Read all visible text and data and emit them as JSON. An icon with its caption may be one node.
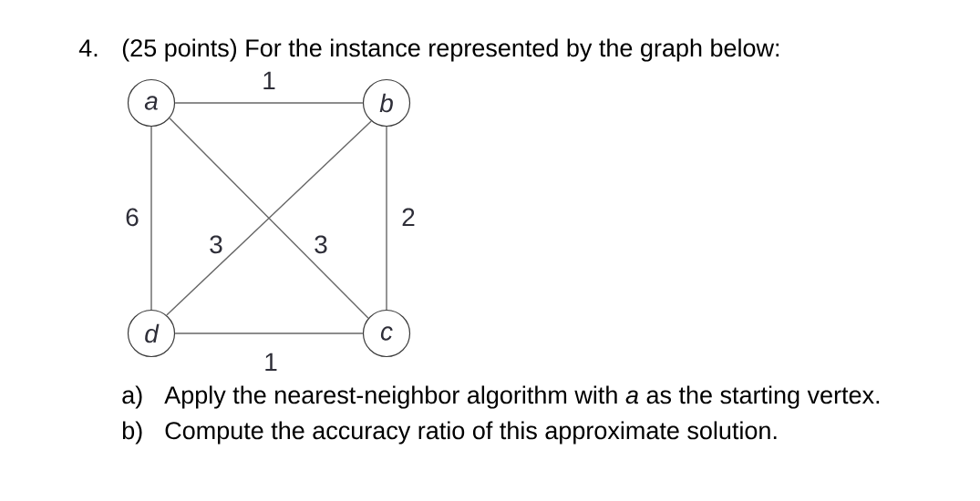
{
  "diagram": {
    "nodes": [
      {
        "text": [
          "a"
        ]
      },
      {
        "text": [
          "b"
        ]
      },
      {
        "text": [
          "d"
        ]
      },
      {
        "text": [
          "c"
        ]
      }
    ],
    "edges": [
      {
        "from": 0,
        "to": 1,
        "arrow": "none",
        "label": "1"
      },
      {
        "from": 0,
        "to": 2,
        "arrow": "none",
        "label": "6"
      },
      {
        "from": 0,
        "to": 3,
        "arrow": "none",
        "label": "3"
      },
      {
        "from": 1,
        "to": 2,
        "arrow": "none",
        "label": "3"
      },
      {
        "from": 1,
        "to": 3,
        "arrow": "none",
        "label": "2"
      },
      {
        "from": 2,
        "to": 3,
        "arrow": "none",
        "label": "1"
      }
    ],
    "labels": [
      "4.",
      "(25 points) For the instance represented by the graph below:",
      "a)",
      "Apply the nearest-neighbor algorithm with *a* as the starting vertex.",
      "b)",
      "Compute the accuracy ratio of this approximate solution."
    ]
  }
}
